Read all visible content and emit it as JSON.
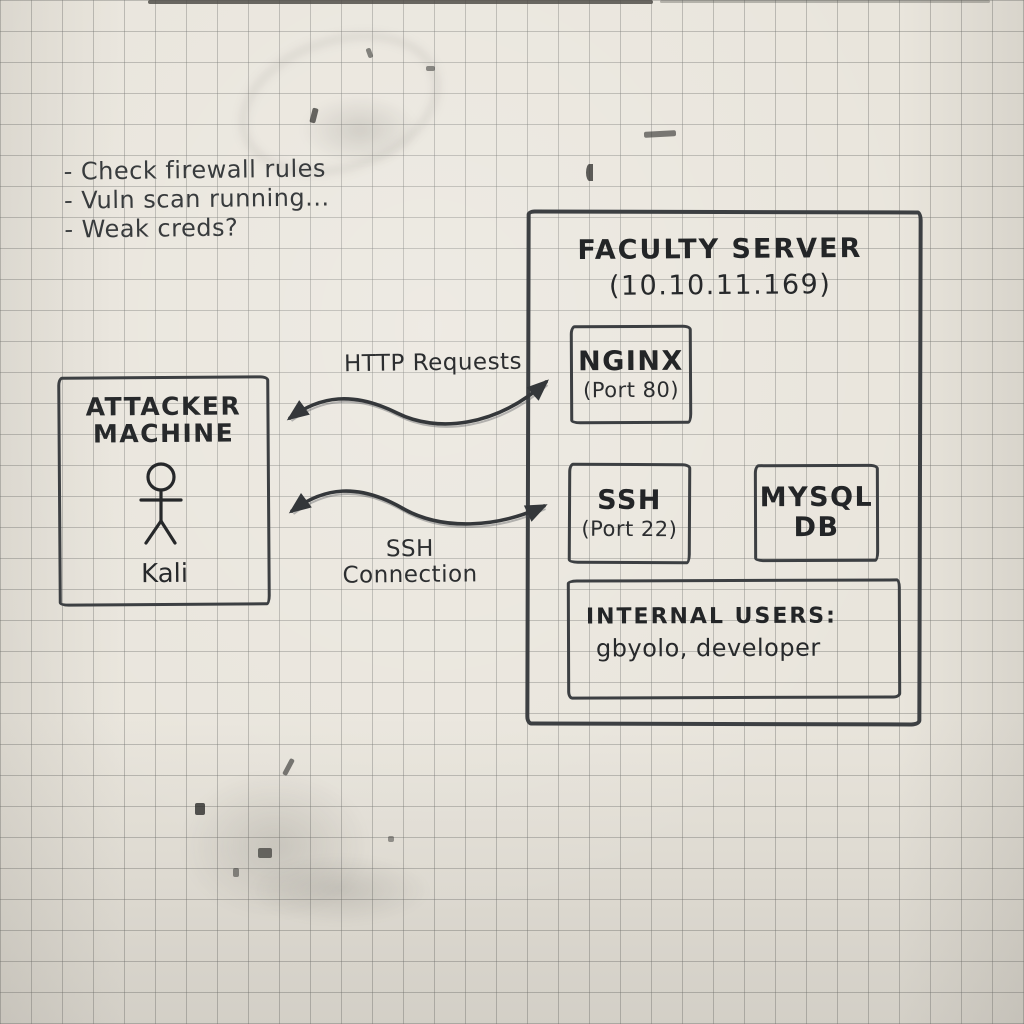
{
  "notes": {
    "line1": "- Check firewall rules",
    "line2": "- Vuln scan running...",
    "line3": "- Weak creds?"
  },
  "attacker_machine": {
    "name_line1": "ATTACKER",
    "name_line2": "MACHINE",
    "os_label": "Kali"
  },
  "faculty_server": {
    "name": "FACULTY SERVER",
    "ip": "(10.10.11.169)"
  },
  "services": {
    "nginx": {
      "name": "NGINX",
      "port": "(Port 80)"
    },
    "ssh": {
      "name": "SSH",
      "port": "(Port 22)"
    },
    "mysql": {
      "name_line1": "MYSQL",
      "name_line2": "DB"
    }
  },
  "internal_users": {
    "heading": "INTERNAL USERS:",
    "names": "gbyolo, developer"
  },
  "connections": {
    "http": {
      "label": "HTTP Requests",
      "style": "double-headed arrow"
    },
    "ssh": {
      "label_line1": "SSH",
      "label_line2": "Connection",
      "style": "double-headed arrow"
    }
  },
  "colors": {
    "paper": "#e9e5dc",
    "grid_line": "#8f8c84",
    "ink_text": "#27292b",
    "box_stroke": "#3c3f42",
    "arrow": "#34373a"
  }
}
